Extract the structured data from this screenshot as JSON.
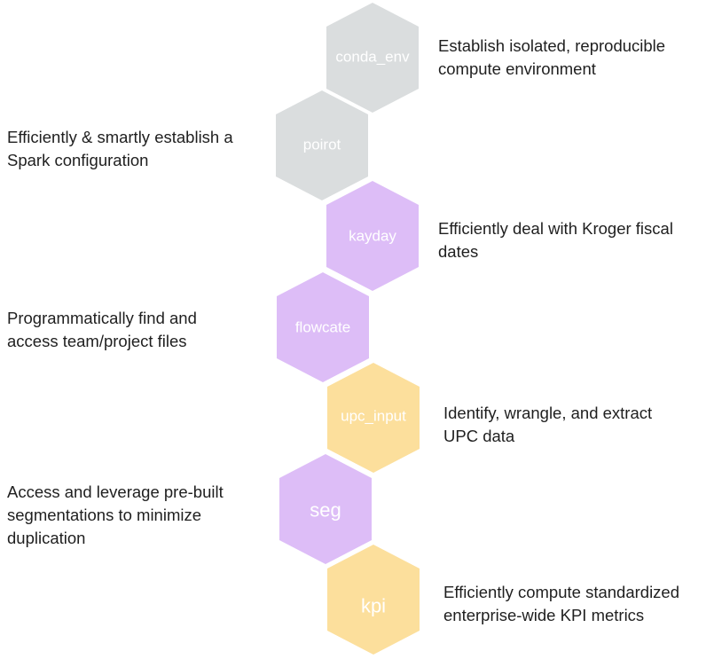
{
  "colors": {
    "gray": "#DADDDE",
    "purple": "#DDBDF7",
    "yellow": "#FCDF9C",
    "label": "#FFFFFF",
    "text": "#1F1F1F"
  },
  "modules": [
    {
      "label": "conda_env",
      "color": "gray",
      "description_lines": [
        "Establish isolated, reproducible",
        "compute environment"
      ]
    },
    {
      "label": "poirot",
      "color": "gray",
      "description_lines": [
        "Efficiently & smartly establish a",
        "Spark configuration"
      ]
    },
    {
      "label": "kayday",
      "color": "purple",
      "description_lines": [
        "Efficiently deal with Kroger fiscal",
        "dates"
      ]
    },
    {
      "label": "flowcate",
      "color": "purple",
      "description_lines": [
        "Programmatically find and",
        "access team/project files"
      ]
    },
    {
      "label": "upc_input",
      "color": "yellow",
      "description_lines": [
        "Identify, wrangle, and extract",
        "UPC data"
      ]
    },
    {
      "label": "seg",
      "color": "purple",
      "description_lines": [
        "Access and leverage pre-built",
        "segmentations to minimize",
        "duplication"
      ]
    },
    {
      "label": "kpi",
      "color": "yellow",
      "description_lines": [
        "Efficiently compute standardized",
        "enterprise-wide KPI metrics"
      ]
    }
  ]
}
